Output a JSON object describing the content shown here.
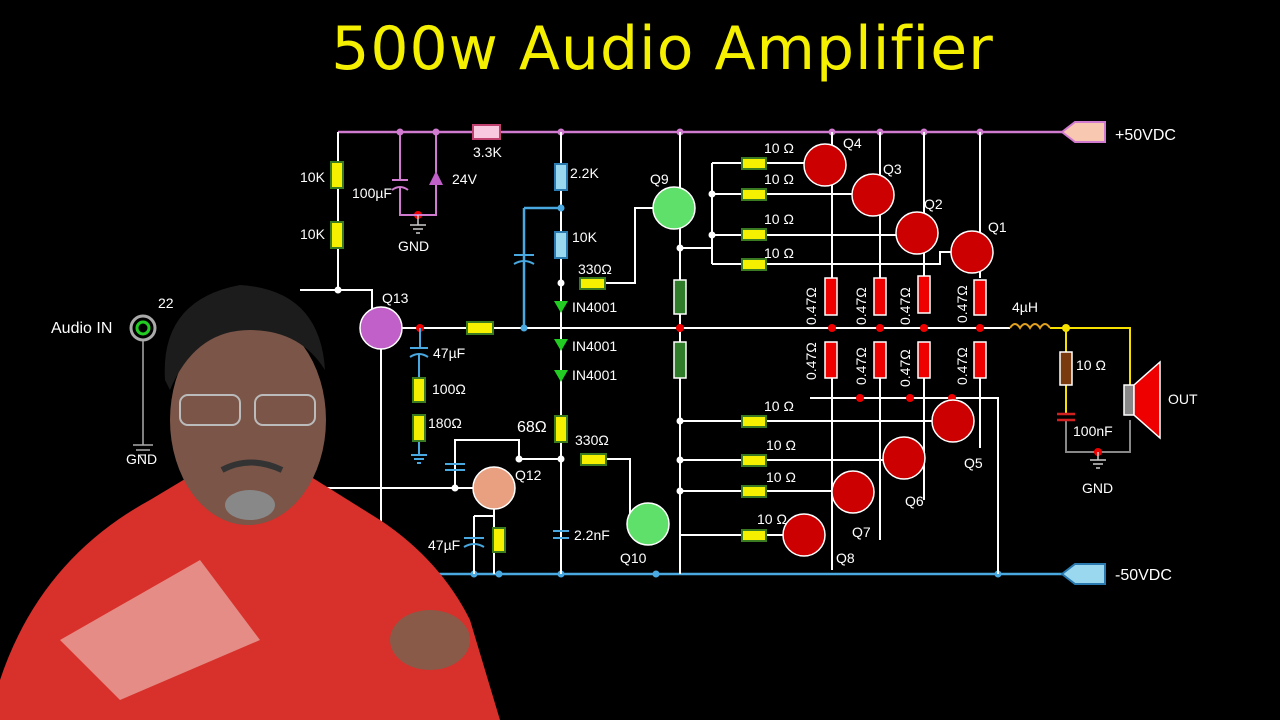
{
  "title": "500w Audio Amplifier",
  "colors": {
    "title": "#f5f000",
    "positive_rail": "#d07ad0",
    "negative_rail": "#4aa8e0",
    "output_transistor": "#cc0000",
    "driver_transistor": "#5ee06a"
  },
  "rails": {
    "positive": "+50VDC",
    "negative": "-50VDC"
  },
  "input": {
    "label": "Audio IN",
    "partial_value": "22",
    "gnd": "GND"
  },
  "bias": {
    "r_top": "10K",
    "r_bottom": "10K",
    "cap": "100µF",
    "zener": "24V",
    "gnd": "GND",
    "r_series": "3.3K"
  },
  "vas": {
    "r1": "2.2K",
    "r2": "10K",
    "r_q9": "330Ω",
    "diodes": [
      "IN4001",
      "IN4001",
      "IN4001"
    ],
    "r68": "68Ω",
    "r_q10": "330Ω",
    "cap": "2.2nF",
    "cap47": "47µF"
  },
  "feedback": {
    "cap": "47µF",
    "r1": "100Ω",
    "r2": "180Ω"
  },
  "transistors": {
    "q1": "Q1",
    "q2": "Q2",
    "q3": "Q3",
    "q4": "Q4",
    "q5": "Q5",
    "q6": "Q6",
    "q7": "Q7",
    "q8": "Q8",
    "q9": "Q9",
    "q10": "Q10",
    "q12": "Q12",
    "q13": "Q13"
  },
  "base_resistors": [
    "10 Ω",
    "10 Ω",
    "10 Ω",
    "10 Ω",
    "10 Ω",
    "10 Ω",
    "10 Ω",
    "10 Ω"
  ],
  "emitter_resistors": [
    "0.47Ω",
    "0.47Ω",
    "0.47Ω",
    "0.47Ω",
    "0.47Ω",
    "0.47Ω",
    "0.47Ω",
    "0.47Ω"
  ],
  "output": {
    "inductor": "4µH",
    "zobel_r": "10 Ω",
    "zobel_c": "100nF",
    "gnd": "GND",
    "speaker": "OUT"
  }
}
